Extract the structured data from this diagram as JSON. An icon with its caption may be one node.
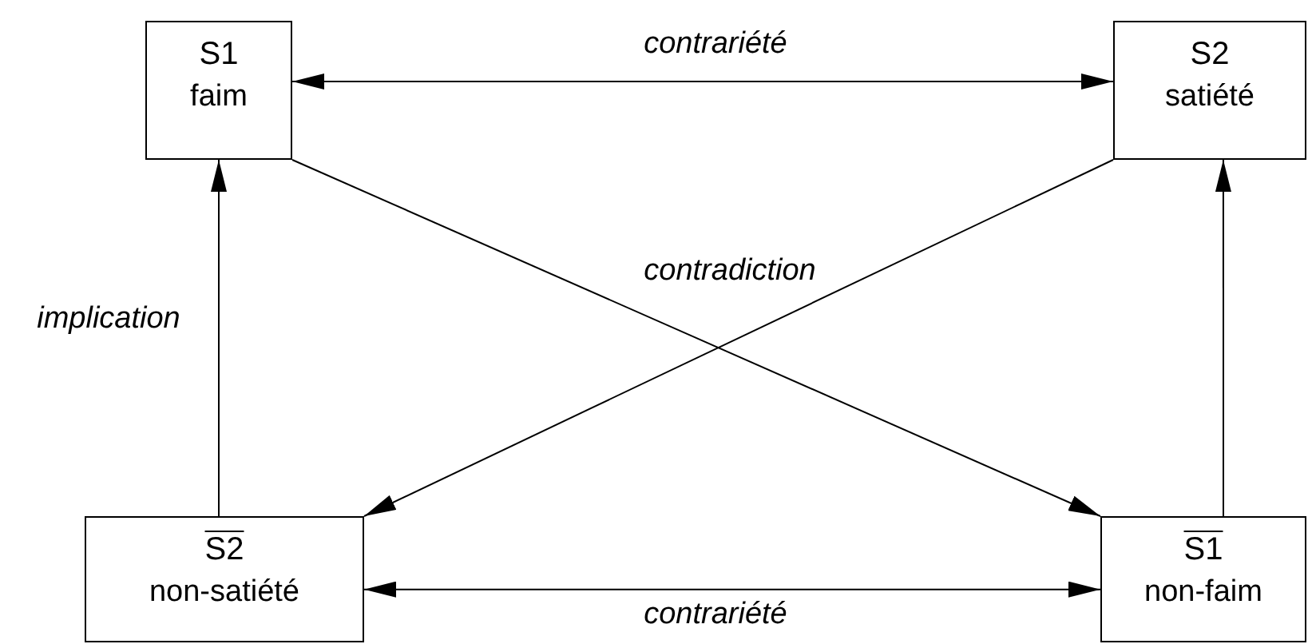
{
  "diagram": {
    "nodes": [
      {
        "text": [
          "S1",
          "faim"
        ]
      },
      {
        "text": [
          "S2",
          "satiété"
        ]
      },
      {
        "text": [
          "S2",
          "non-satiété"
        ]
      },
      {
        "text": [
          "S1",
          "non-faim"
        ]
      }
    ],
    "edges": [
      {
        "from": 0,
        "to": 1,
        "arrow": "both",
        "label": "contrariété"
      },
      {
        "from": 0,
        "to": 3,
        "arrow": "to"
      },
      {
        "from": 1,
        "to": 2,
        "arrow": "to"
      },
      {
        "from": 2,
        "to": 0,
        "arrow": "to",
        "label": "implication"
      },
      {
        "from": 3,
        "to": 1,
        "arrow": "to"
      },
      {
        "from": 2,
        "to": 3,
        "arrow": "both",
        "label": "contrariété"
      }
    ],
    "labels": [
      "contradiction"
    ]
  }
}
